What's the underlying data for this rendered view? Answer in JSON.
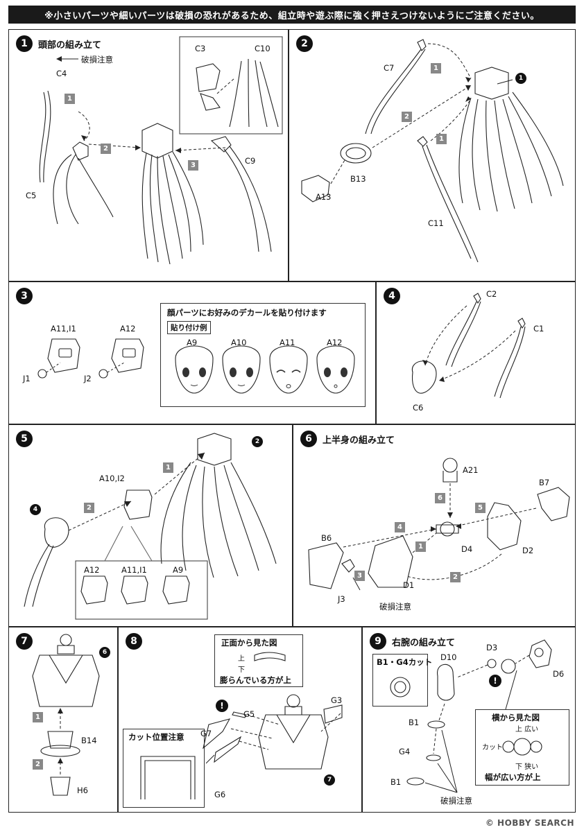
{
  "header": {
    "notice": "※小さいパーツや細いパーツは破損の恐れがあるため、組立時や遊ぶ際に強く押さえつけないようにご注意ください。"
  },
  "steps": {
    "s1": {
      "num": "1",
      "title": "頭部の組み立て",
      "labels": {
        "c4": "C4",
        "c4_note": "破損注意",
        "c3": "C3",
        "c10": "C10",
        "c5": "C5",
        "c9": "C9"
      },
      "seq": [
        "1",
        "2",
        "3"
      ]
    },
    "s2": {
      "num": "2",
      "labels": {
        "c7": "C7",
        "b13": "B13",
        "a13": "A13",
        "c11": "C11"
      },
      "ref": "1",
      "seq": [
        "1",
        "2",
        "1"
      ]
    },
    "s3": {
      "num": "3",
      "labels": {
        "a11i1": "A11,I1",
        "a12": "A12",
        "j1": "J1",
        "j2": "J2"
      },
      "decal_title": "顔パーツにお好みのデカールを貼り付けます",
      "decal_example": "貼り付け例",
      "faces": [
        "A9",
        "A10",
        "A11",
        "A12"
      ]
    },
    "s4": {
      "num": "4",
      "labels": {
        "c2": "C2",
        "c1": "C1",
        "c6": "C6"
      }
    },
    "s5": {
      "num": "5",
      "labels": {
        "a10i2": "A10,I2"
      },
      "ref_top": "2",
      "ref_left": "4",
      "seq": [
        "1",
        "2"
      ],
      "options": [
        "A12",
        "A11,I1",
        "A9"
      ]
    },
    "s6": {
      "num": "6",
      "title": "上半身の組み立て",
      "labels": {
        "a21": "A21",
        "b7": "B7",
        "b6": "B6",
        "d4": "D4",
        "d2": "D2",
        "d1": "D1",
        "j3": "J3",
        "j3_note": "破損注意"
      },
      "seq": [
        "6",
        "5",
        "4",
        "1",
        "3",
        "2"
      ]
    },
    "s7": {
      "num": "7",
      "labels": {
        "b14": "B14",
        "h6": "H6"
      },
      "ref": "6",
      "seq": [
        "1",
        "2"
      ]
    },
    "s8": {
      "num": "8",
      "front_title": "正面から見た図",
      "up": "上",
      "down": "下",
      "bulge_note": "膨らんでいる方が上",
      "warn": "!",
      "cut_title": "カット位置注意",
      "labels": {
        "g5": "G5",
        "g3": "G3",
        "g7": "G7",
        "g6": "G6"
      },
      "ref": "7"
    },
    "s9": {
      "num": "9",
      "title": "右腕の組み立て",
      "cut_title": "B1・G4カット",
      "labels": {
        "d10": "D10",
        "d3": "D3",
        "d6": "D6",
        "b1a": "B1",
        "g4": "G4",
        "b1b": "B1",
        "note": "破損注意"
      },
      "warn": "!",
      "side_title": "横から見た図",
      "side_up": "上 広い",
      "side_down": "下 狭い",
      "side_cut": "カット",
      "side_note": "幅が広い方が上"
    }
  },
  "footer": {
    "watermark": "© HOBBY SEARCH"
  }
}
